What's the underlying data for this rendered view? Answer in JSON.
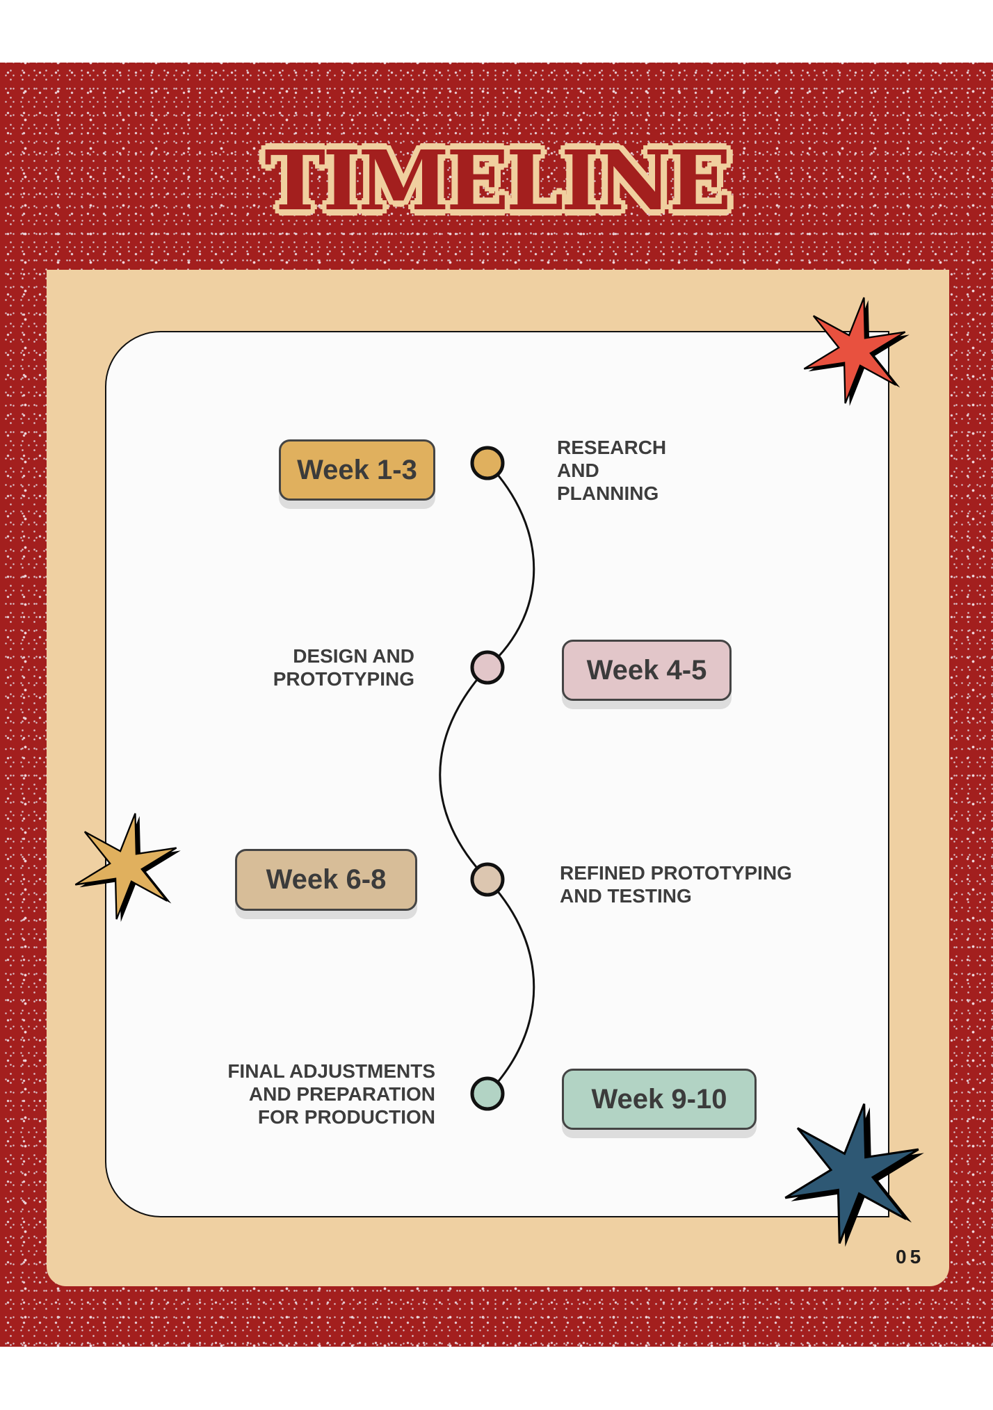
{
  "title": "TIMELINE",
  "page_number": "05",
  "milestones": [
    {
      "week": "Week 1-3",
      "label": "RESEARCH\nAND\nPLANNING",
      "color": "#e0b05e"
    },
    {
      "week": "Week 4-5",
      "label": "DESIGN AND\nPROTOTYPING",
      "color": "#e2c6c9"
    },
    {
      "week": "Week 6-8",
      "label": "REFINED PROTOTYPING\nAND TESTING",
      "color": "#d7bd98"
    },
    {
      "week": "Week 9-10",
      "label": "FINAL ADJUSTMENTS\nAND PREPARATION\nFOR PRODUCTION",
      "color": "#b2d3c4"
    }
  ],
  "colors": {
    "background": "#a31f1e",
    "panel": "#efd0a2",
    "star_red": "#e8513f",
    "star_yellow": "#e0b05e",
    "star_blue": "#2e5874"
  }
}
